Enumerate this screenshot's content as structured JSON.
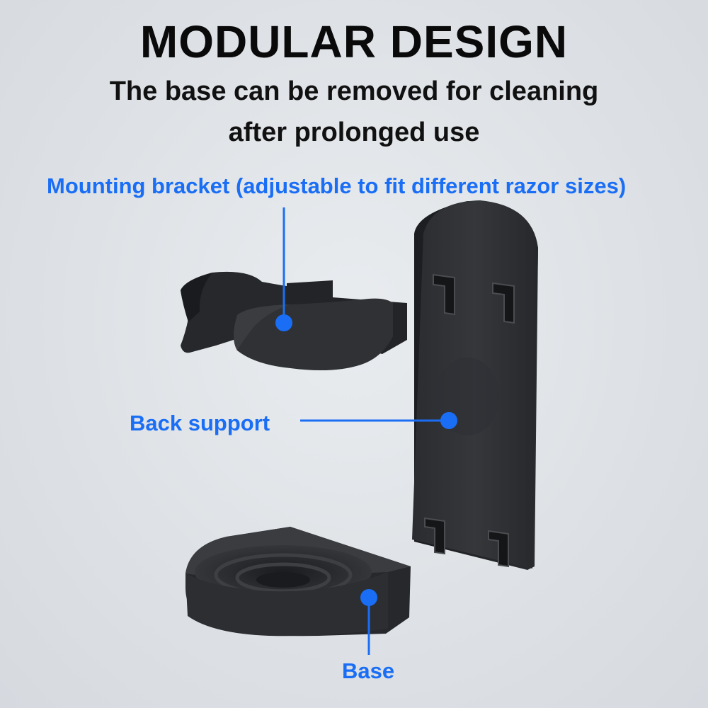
{
  "header": {
    "title": "MODULAR DESIGN",
    "subtitle_line1": "The base can be removed for cleaning",
    "subtitle_line2": "after prolonged use"
  },
  "callouts": {
    "mounting_bracket": "Mounting bracket (adjustable to fit different razor sizes)",
    "back_support": "Back support",
    "base": "Base"
  },
  "colors": {
    "accent": "#1a6ef5",
    "part": "#2b2d31",
    "text": "#0a0a0a"
  }
}
